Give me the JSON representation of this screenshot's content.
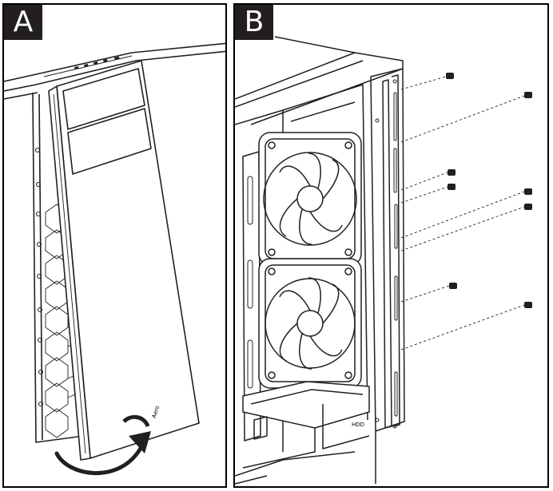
{
  "panels": {
    "a": {
      "label": "A"
    },
    "b": {
      "label": "B"
    }
  },
  "front_panel": {
    "logo": "Aero"
  },
  "chassis": {
    "bay_marking": "HDD"
  },
  "colors": {
    "line": "#231f20",
    "badge_background": "#231f20",
    "badge_text": "#ffffff"
  }
}
